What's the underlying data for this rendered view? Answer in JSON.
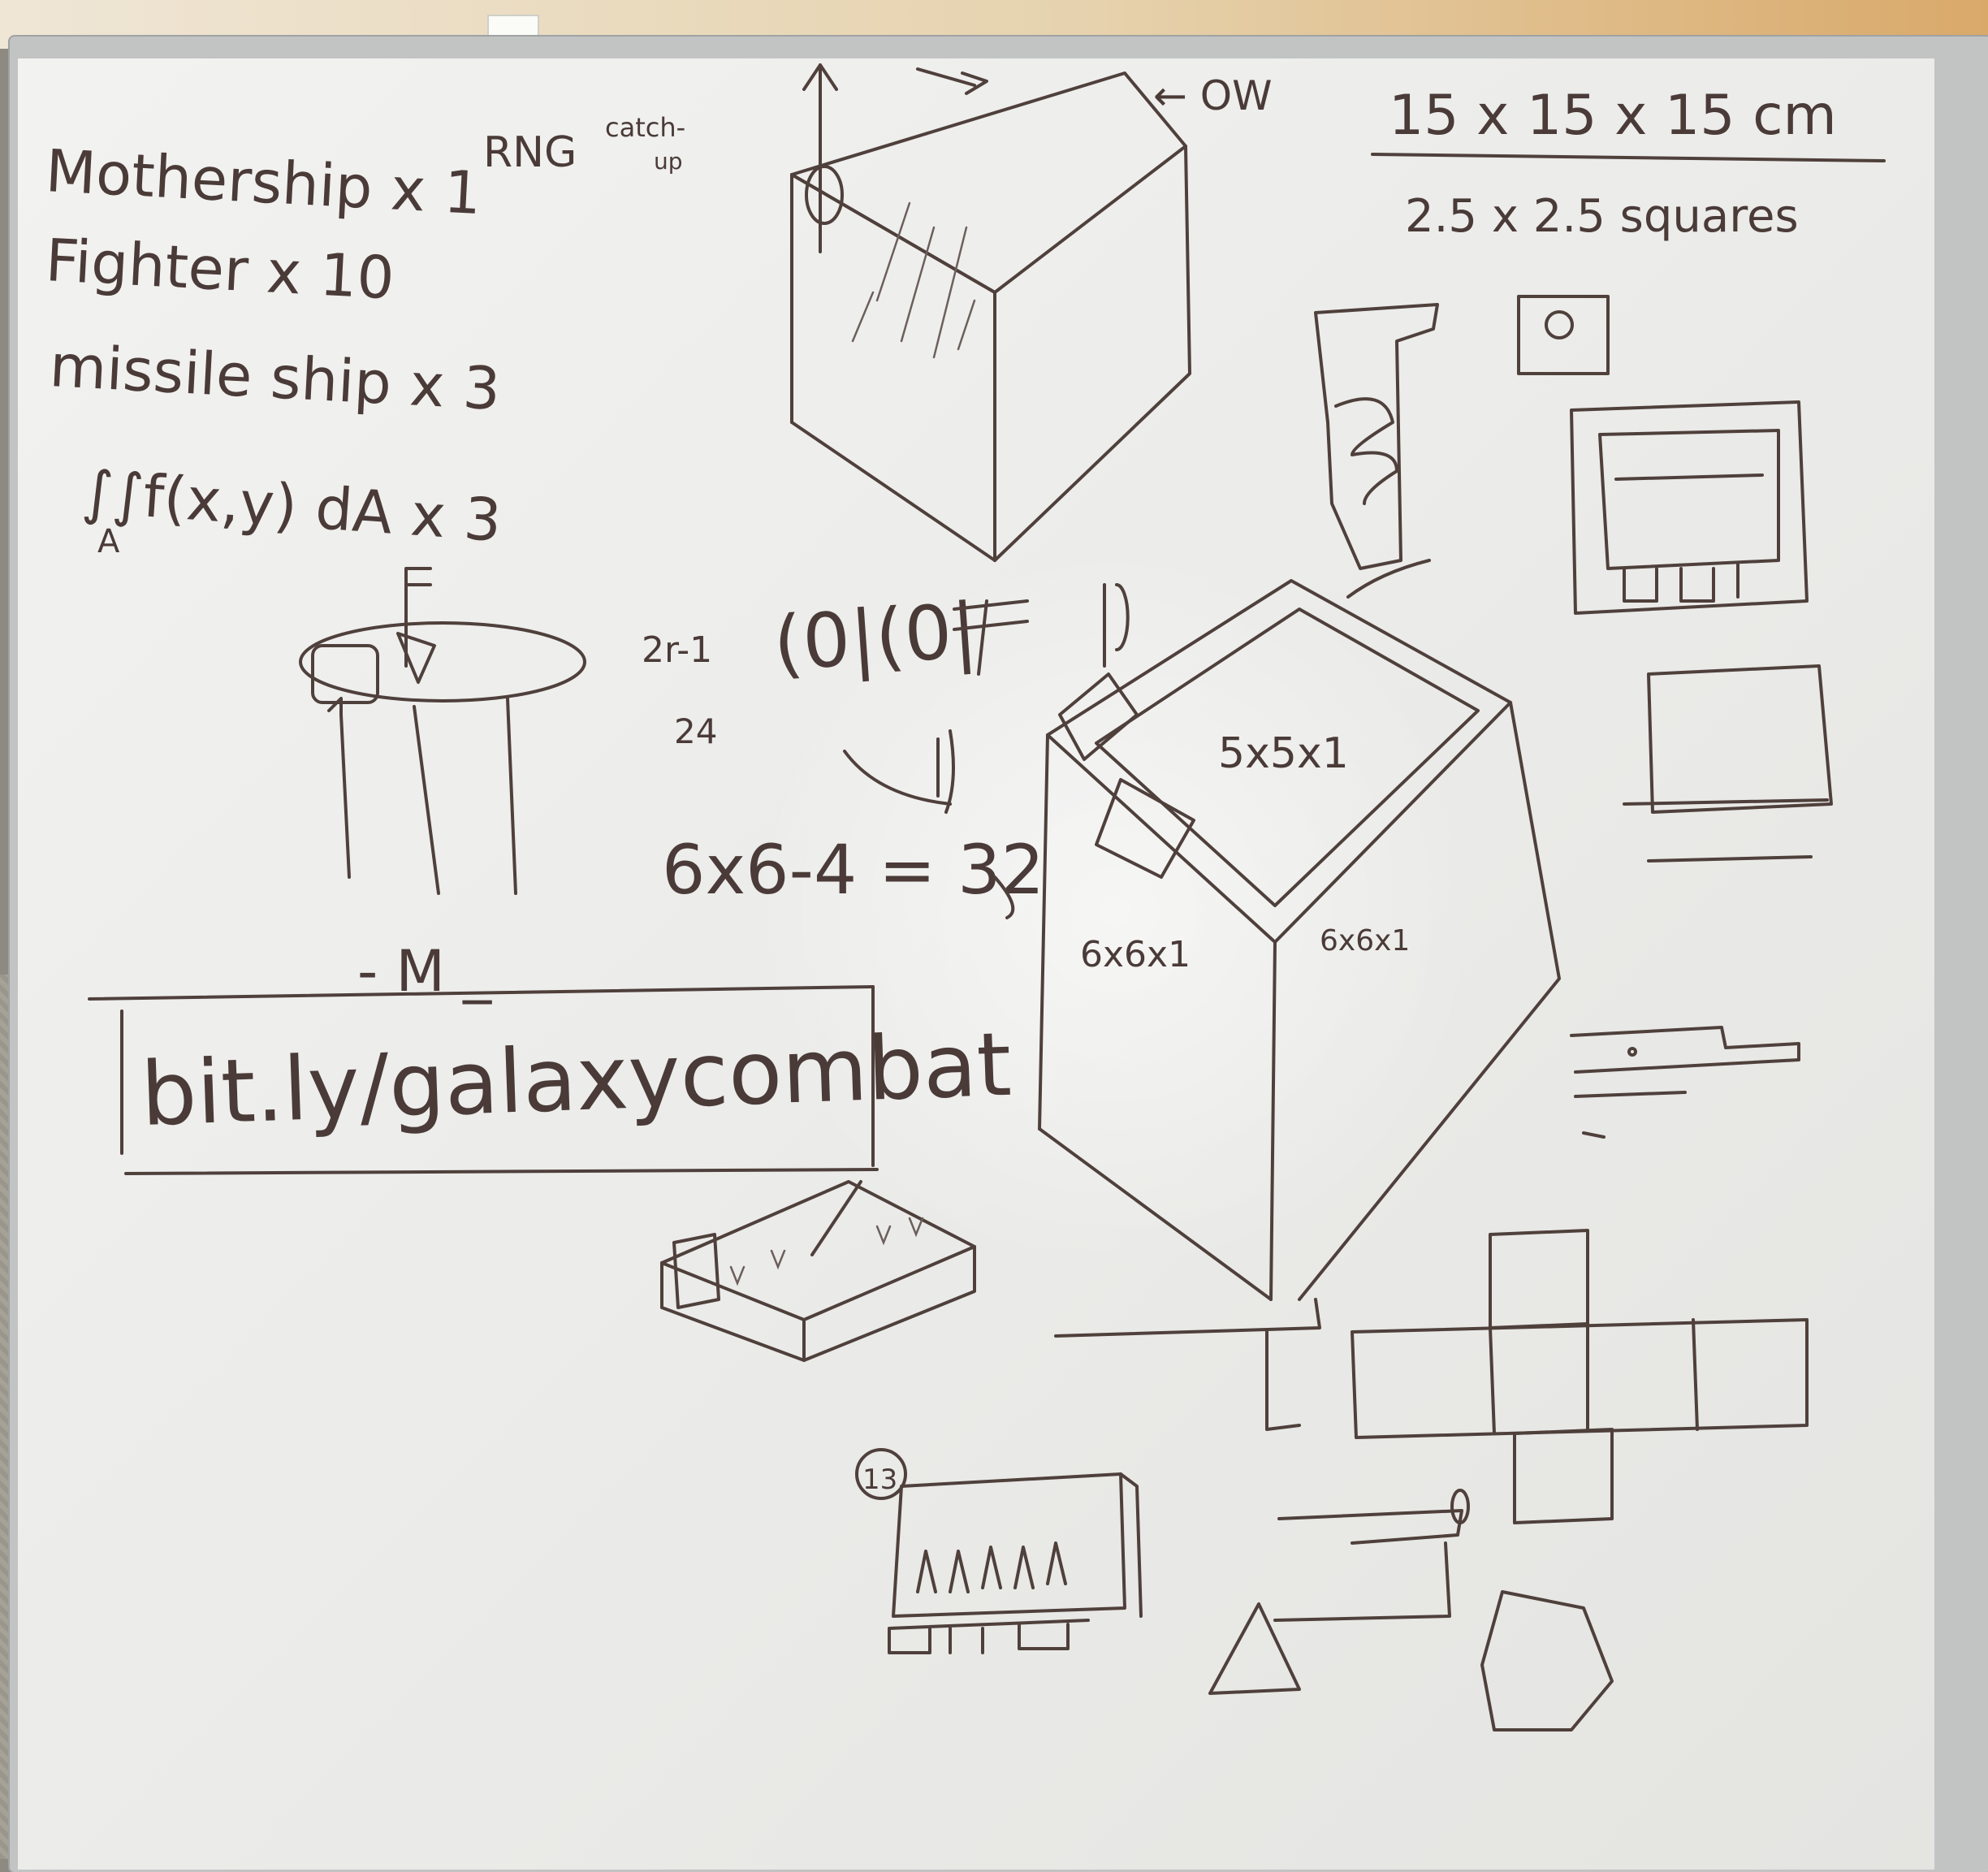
{
  "notes": {
    "mothership": "Mothership x 1",
    "fighter": "Fighter x 10",
    "missile": "missile ship x 3",
    "integral": "∫∫f(x,y) dA x 3",
    "integral_sub": "A",
    "rng": "RNG",
    "catch_up": "catch-",
    "catch_up2": "up",
    "url": "bit.ly/galaxycombat",
    "dimensions": "15 x 15 x 15 cm",
    "squares": "2.5 x 2.5 squares",
    "arrow_label": "← OW",
    "eq1": "2r-1",
    "eq1_digits": "(0|(0|",
    "eq2": "24",
    "eq3": "6x6-4 = 32",
    "top_face": "5x5x1",
    "left_face": "6x6x1",
    "right_face": "6x6x1",
    "m_label": "- M _",
    "count_badge": "13"
  },
  "colors": {
    "ink": "#4f403c",
    "board": "#ececea",
    "frame": "#c2c4c4"
  }
}
